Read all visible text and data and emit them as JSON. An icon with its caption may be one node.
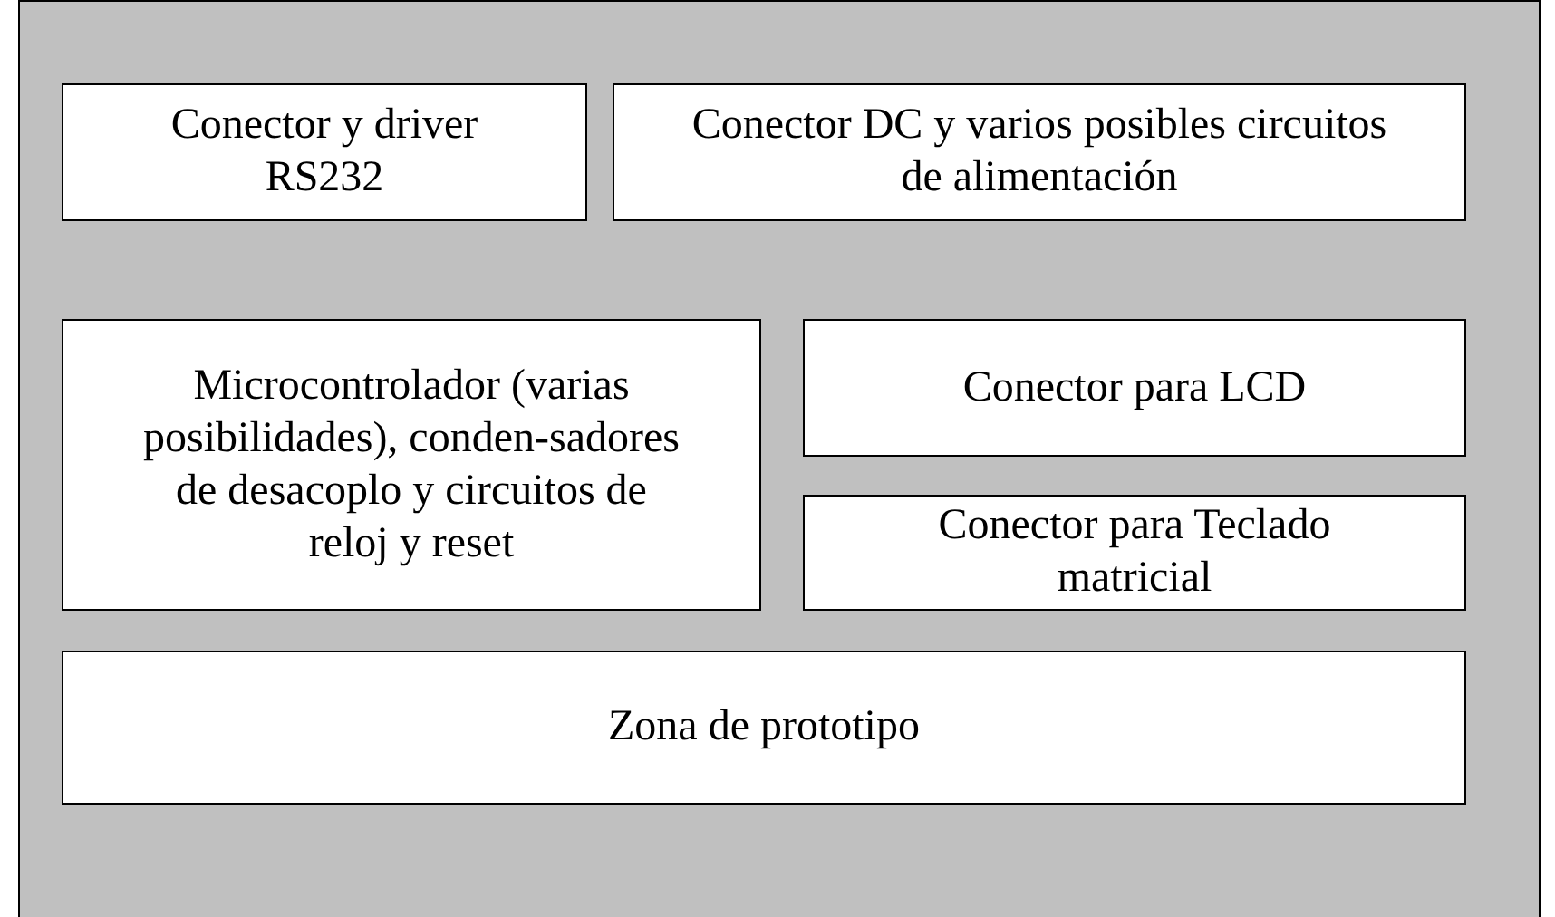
{
  "diagram": {
    "nodes": [
      {
        "text": [],
        "shape": "box"
      },
      {
        "text": [
          "Conector y driver RS232"
        ],
        "in": 0
      },
      {
        "text": [
          "Conector DC y varios posibles circuitos de alimentación"
        ],
        "in": 0
      },
      {
        "text": [
          "Microcontrolador (varias posibilidades), conden-sadores de desacoplo y circuitos de reloj y reset"
        ],
        "in": 0
      },
      {
        "text": [
          "Conector para LCD"
        ],
        "in": 0
      },
      {
        "text": [
          "Conector para Teclado matricial"
        ],
        "in": 0
      },
      {
        "text": [
          "Zona de prototipo"
        ],
        "in": 0
      }
    ]
  }
}
